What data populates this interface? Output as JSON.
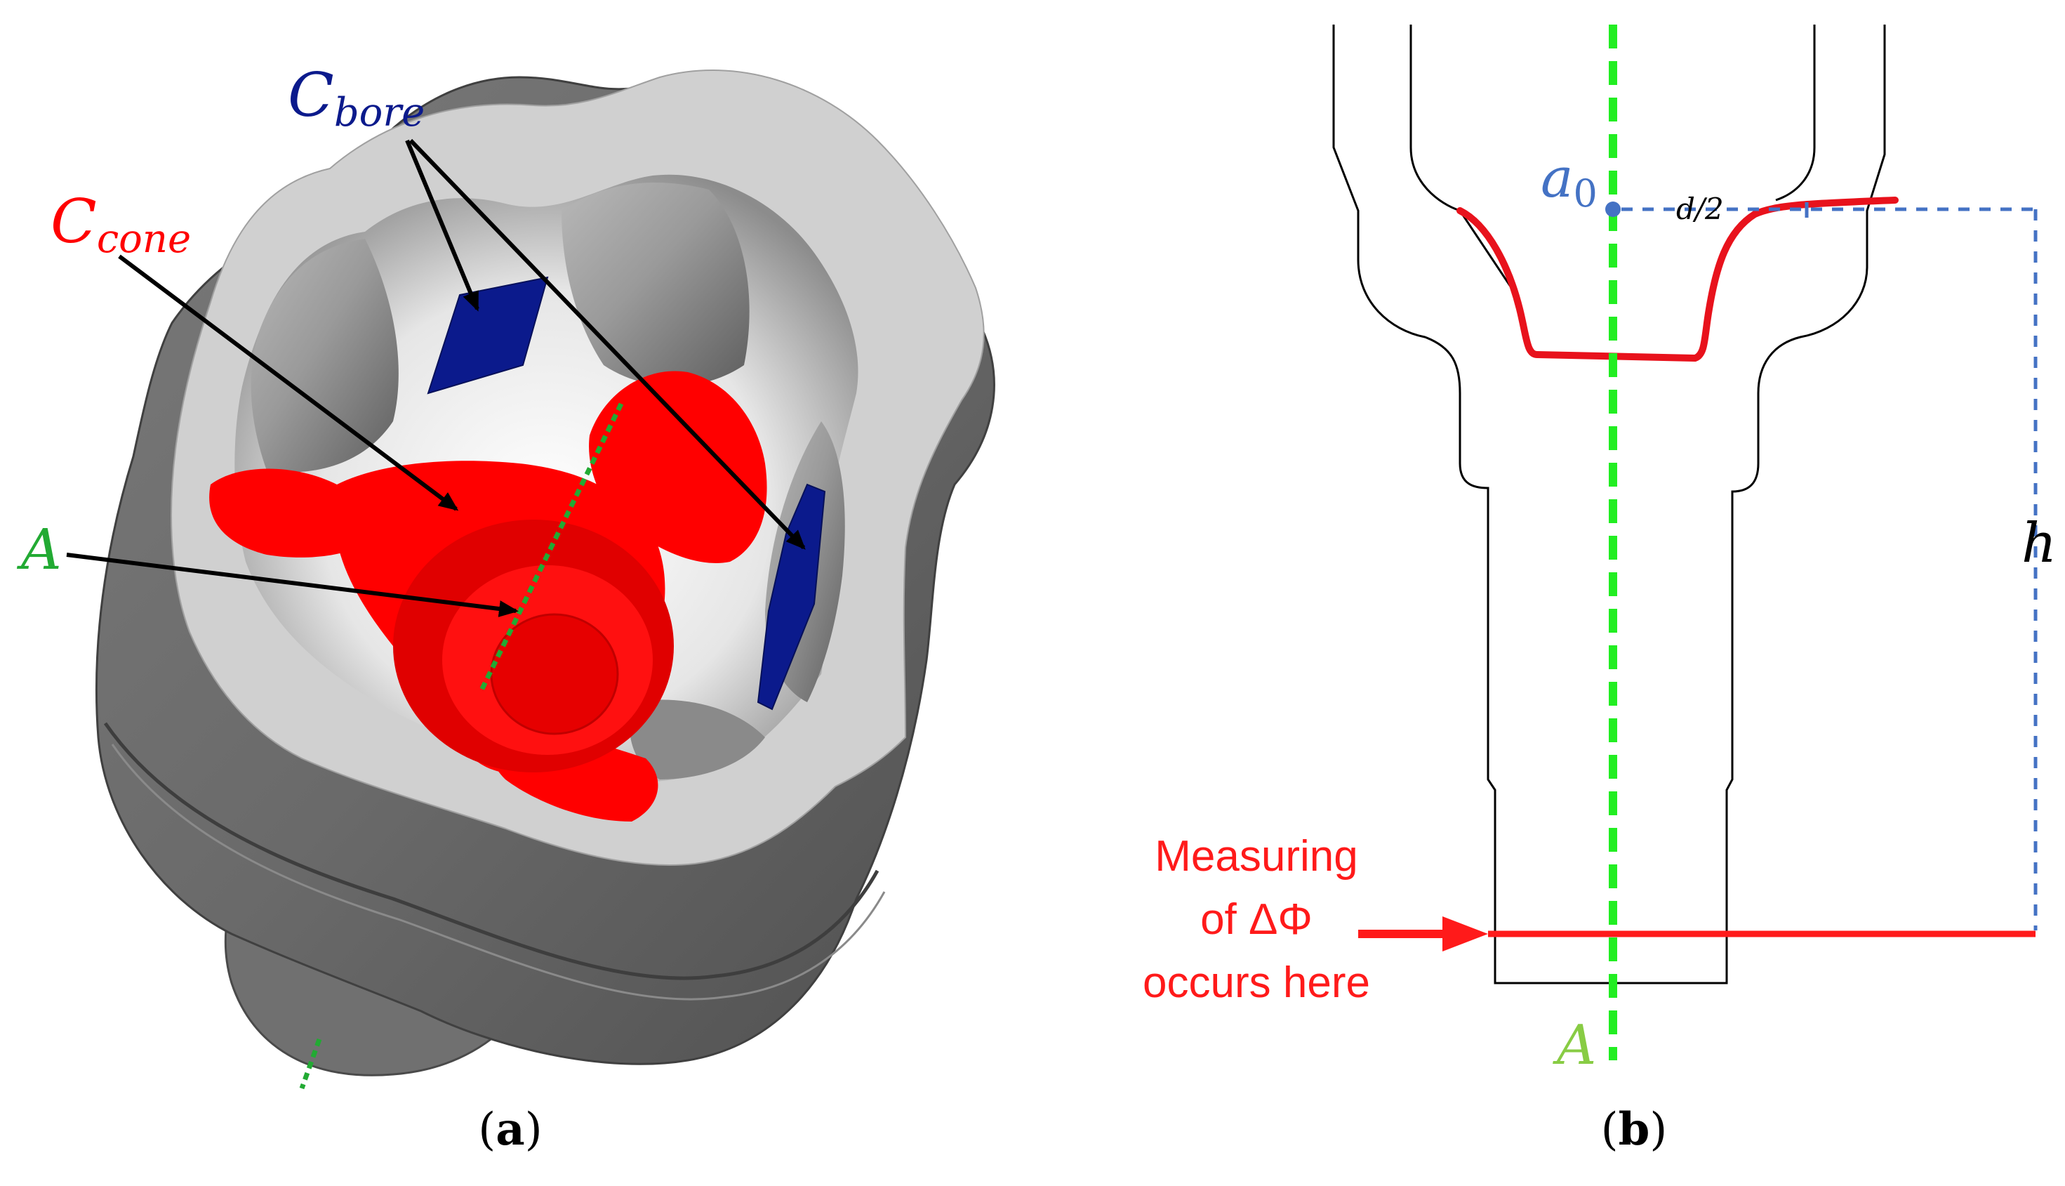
{
  "panel_a": {
    "caption": "(a)",
    "labels": {
      "c_bore": {
        "main": "C",
        "sub": "bore"
      },
      "c_cone": {
        "main": "C",
        "sub": "cone"
      },
      "axis": "A"
    }
  },
  "panel_b": {
    "caption": "(b)",
    "labels": {
      "a0": {
        "main": "a",
        "sub": "0"
      },
      "half_diameter": "d/2",
      "height": "h",
      "axis": "A",
      "measure_line1": "Measuring",
      "measure_line2": "of ΔΦ",
      "measure_line3": "occurs here"
    }
  },
  "colors": {
    "bore": "#0b1a8c",
    "cone": "#ff0000",
    "axis_green": "#22aa33",
    "axis_lime": "#22ee22",
    "annotation_blue": "#4472c4",
    "measure_red": "#ff1a1a"
  }
}
